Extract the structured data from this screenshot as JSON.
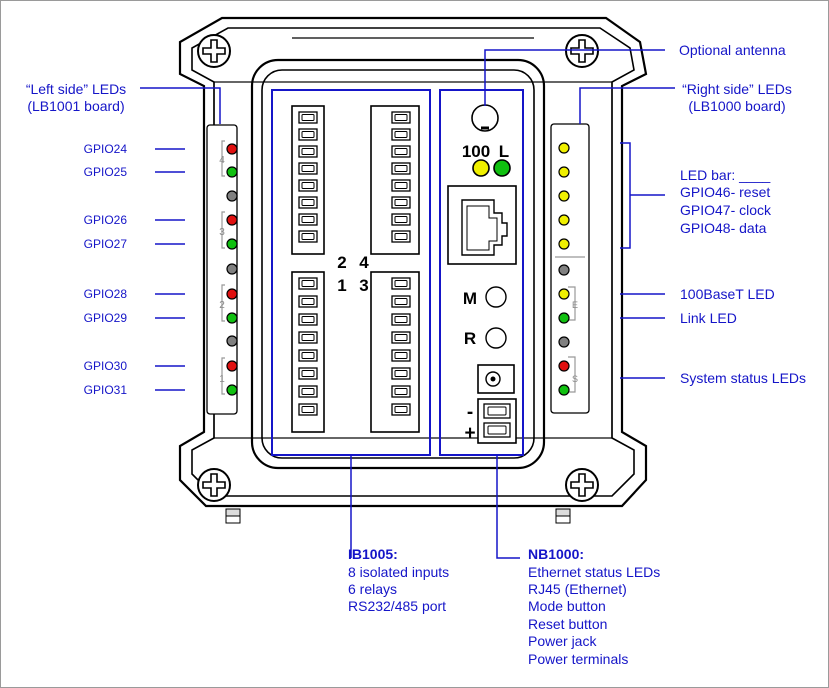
{
  "annotations": {
    "left_leds_title": "“Left side” LEDs",
    "left_leds_board": "(LB1001 board)",
    "right_leds_title": "“Right side” LEDs",
    "right_leds_board": "(LB1000 board)",
    "optional_antenna": "Optional antenna",
    "led_bar_title": "LED bar: ____",
    "led_bar_reset": "GPIO46- reset",
    "led_bar_clock": "GPIO47- clock",
    "led_bar_data": "GPIO48- data",
    "base100t_led": "100BaseT LED",
    "link_led": "Link LED",
    "system_status_leds": "System status LEDs"
  },
  "gpio_labels": {
    "gpio24": "GPIO24",
    "gpio25": "GPIO25",
    "gpio26": "GPIO26",
    "gpio27": "GPIO27",
    "gpio28": "GPIO28",
    "gpio29": "GPIO29",
    "gpio30": "GPIO30",
    "gpio31": "GPIO31"
  },
  "device_labels": {
    "group4": "4",
    "group3": "3",
    "group2": "2",
    "group1": "1",
    "block2": "2",
    "block4": "4",
    "block1": "1",
    "block3": "3",
    "led_100": "100",
    "led_l": "L",
    "btn_m": "M",
    "btn_r": "R",
    "minus": "-",
    "plus": "+",
    "e_mark": "E",
    "s_mark": "S"
  },
  "ib1005": {
    "title": "IB1005:",
    "line1": "8 isolated inputs",
    "line2": "6 relays",
    "line3": "RS232/485 port"
  },
  "nb1000": {
    "title": "NB1000:",
    "line1": "Ethernet status LEDs",
    "line2": "RJ45 (Ethernet)",
    "line3": "Mode button",
    "line4": "Reset button",
    "line5": "Power jack",
    "line6": "Power terminals"
  },
  "colors": {
    "label_blue": "#1515c8",
    "led_red": "#e01010",
    "led_green": "#10c010",
    "led_yellow": "#f0f000",
    "led_gray": "#808080"
  }
}
